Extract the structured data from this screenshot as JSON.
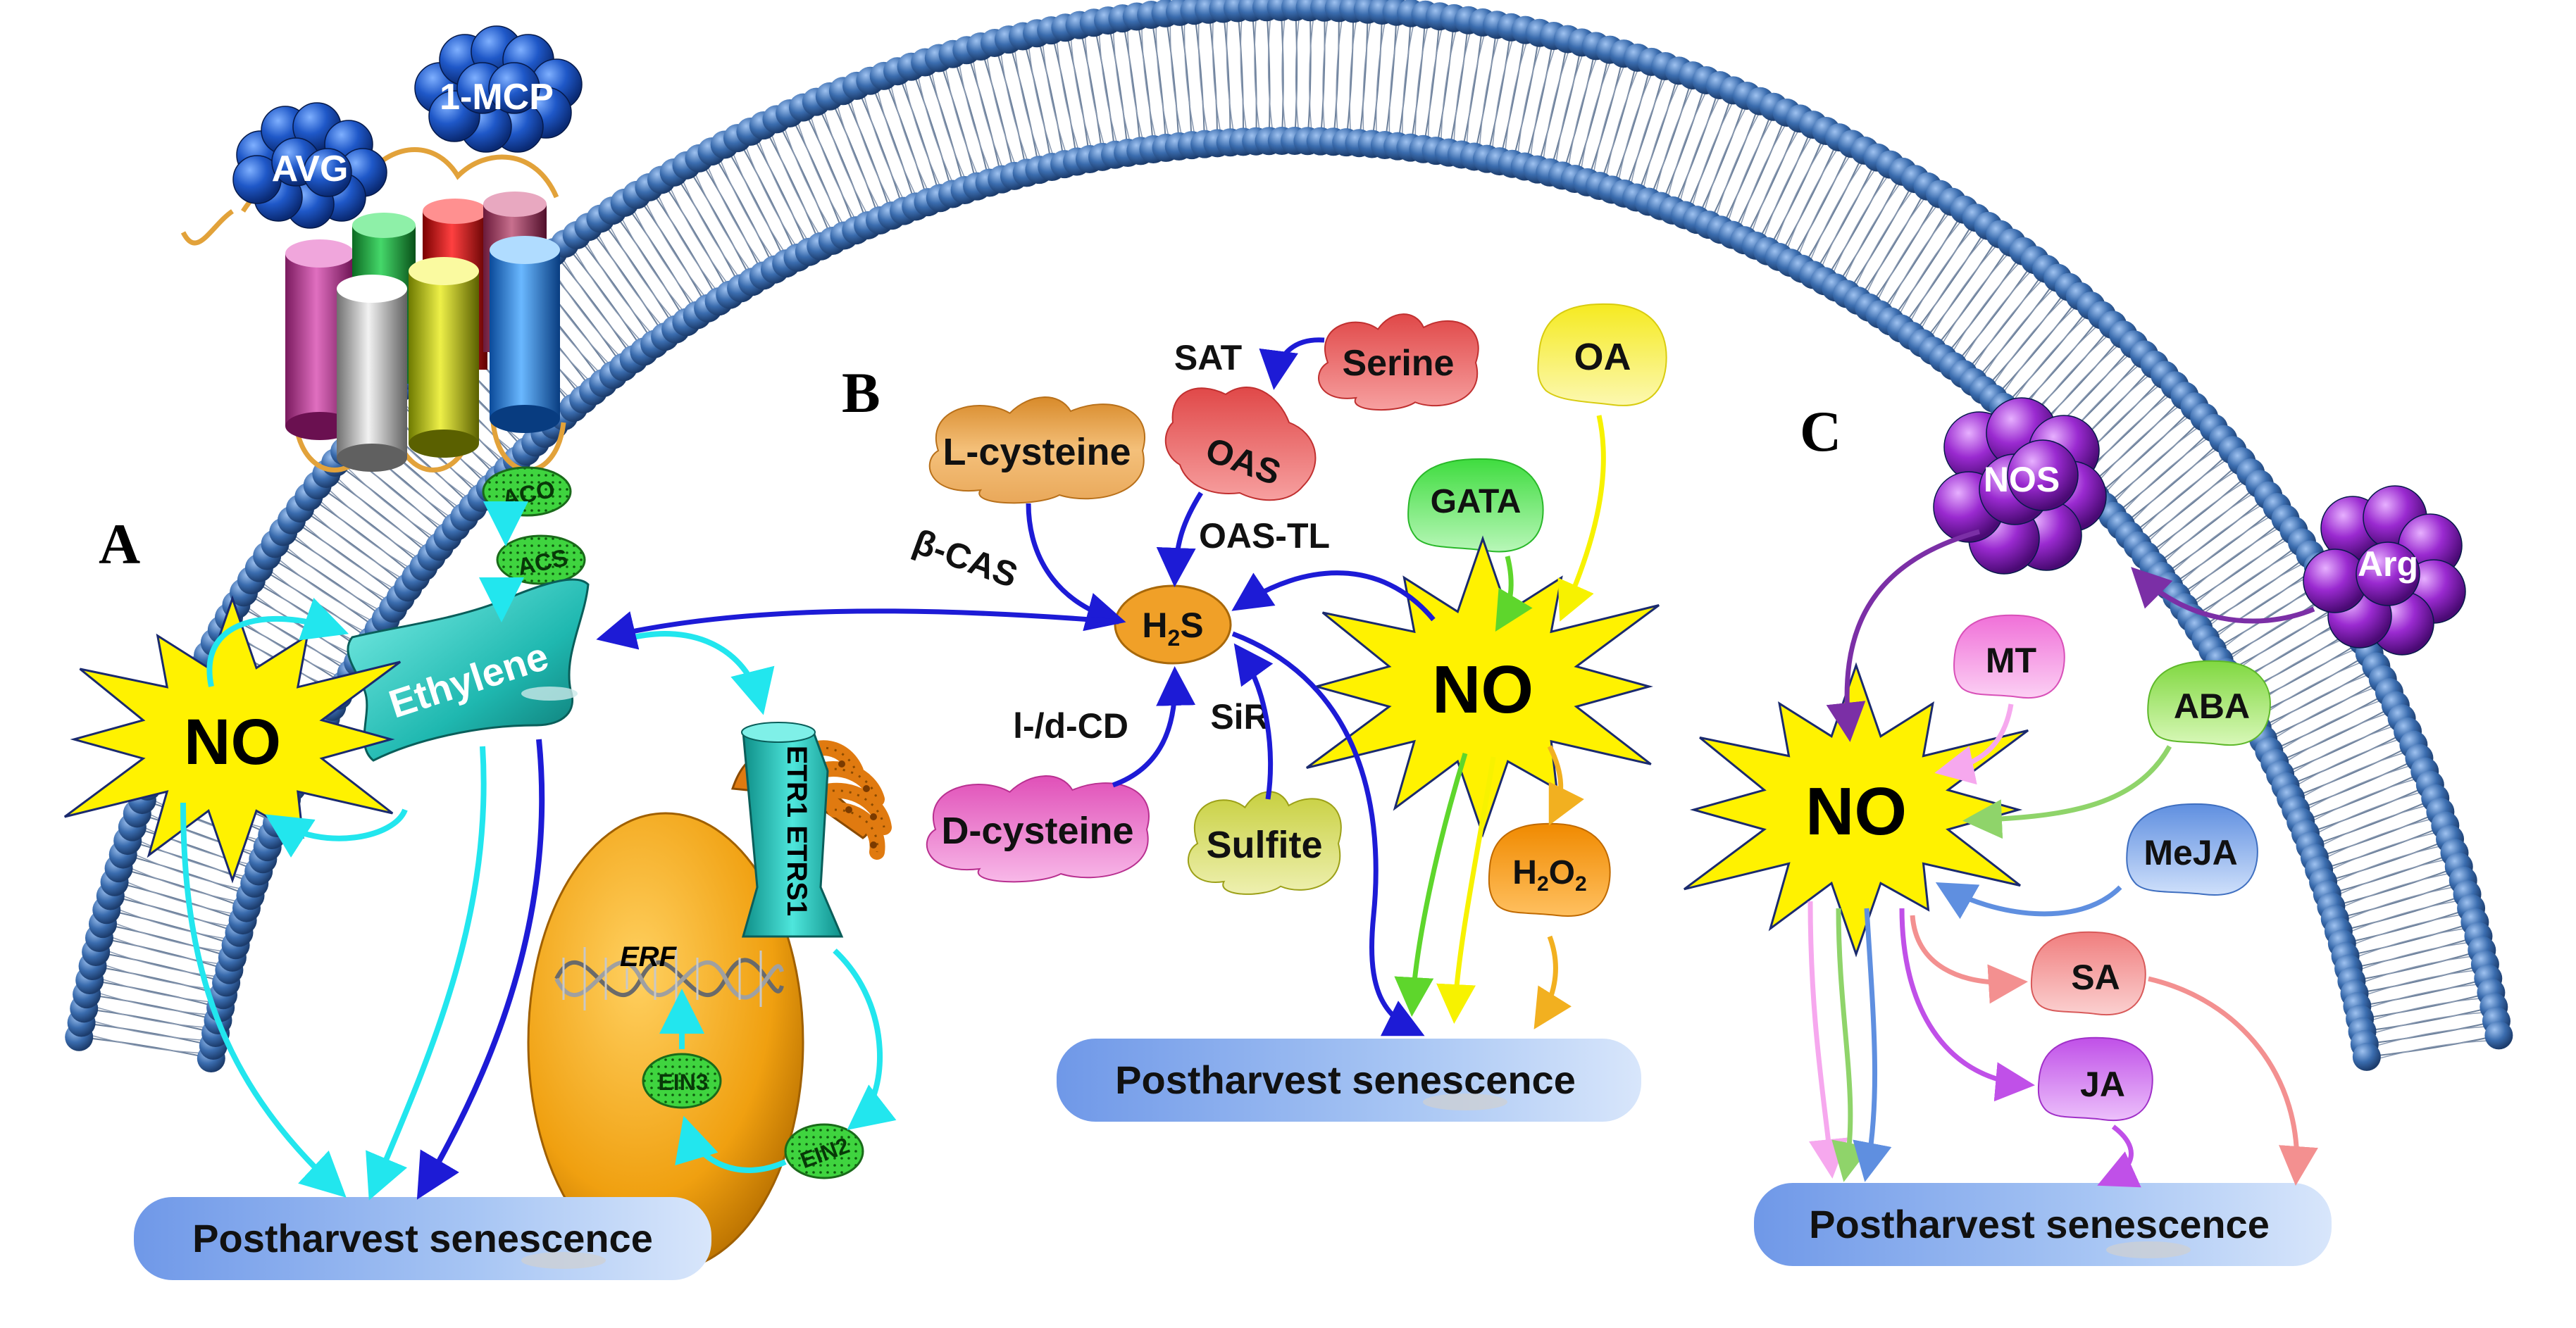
{
  "panels": {
    "a": "A",
    "b": "B",
    "c": "C"
  },
  "panel_a": {
    "avg": "AVG",
    "mcp": "1-MCP",
    "aco": "ACO",
    "acs": "ACS",
    "ethylene": "Ethylene",
    "no": "NO",
    "receptor": "ETR1 ETRS1",
    "erf": "ERF",
    "ein3": "EIN3",
    "ein2": "EIN2",
    "senescence": "Postharvest senescence"
  },
  "panel_b": {
    "sat": "SAT",
    "serine": "Serine",
    "oa": "OA",
    "l_cysteine": "L-cysteine",
    "oas": "OAS",
    "gata": "GATA",
    "beta_cas": "β-CAS",
    "oas_tl": "OAS-TL",
    "h2s_main": "H",
    "h2s_sub": "2",
    "h2s_tail": "S",
    "no": "NO",
    "ld_cd": "l-/d-CD",
    "sir": "SiR",
    "d_cysteine": "D-cysteine",
    "sulfite": "Sulfite",
    "h2o2_h": "H",
    "h2o2_2a": "2",
    "h2o2_o": "O",
    "h2o2_2b": "2",
    "senescence": "Postharvest senescence"
  },
  "panel_c": {
    "nos": "NOS",
    "arg": "Arg",
    "mt": "MT",
    "aba": "ABA",
    "no": "NO",
    "meja": "MeJA",
    "sa": "SA",
    "ja": "JA",
    "senescence": "Postharvest senescence"
  },
  "colors": {
    "membrane_head": "#2f5f9e",
    "cyan_arrow": "#22e6ee",
    "blue_arrow": "#1d1bd6",
    "no_burst": "#fff200",
    "ethylene": "#1fb8b0",
    "senescence_box": "#8fb3ee",
    "purple_arrow": "#7b2fa6",
    "green_arrow": "#5ed62c",
    "yellow_arrow": "#f7f200",
    "orange_arrow": "#f2b020"
  }
}
